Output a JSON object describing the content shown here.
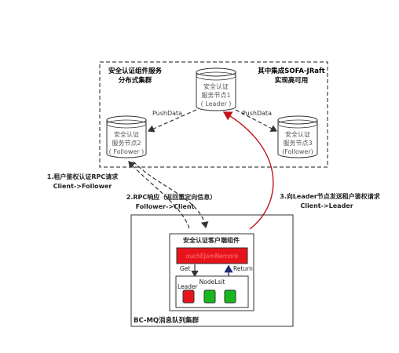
{
  "cluster": {
    "title_line1": "安全认证组件服务",
    "title_line2": "分布式集群",
    "note_line1": "其中集成SOFA-JRaft",
    "note_line2": "实现高可用"
  },
  "nodes": {
    "leader": {
      "line1": "安全认证",
      "line2": "服务节点1",
      "line3": "( Leader )"
    },
    "follower2": {
      "line1": "安全认证",
      "line2": "服务节点2",
      "line3": "( Follower )"
    },
    "follower3": {
      "line1": "安全认证",
      "line2": "服务节点3",
      "line3": "(Follower)"
    }
  },
  "push_label_left": "PushData",
  "push_label_right": "PushData",
  "steps": {
    "step1_line1": "1.租户鉴权认证RPC请求",
    "step1_line2": "Client->Follower",
    "step2_line1": "2.RPC响应（返回重定向信息）",
    "step2_line2": "Follower->Client",
    "step3_line1": "3.向Leader节点发送租户鉴权请求",
    "step3_line2": "Client->Leader"
  },
  "mq": {
    "cluster_label": "BC-MQ消息队列集群",
    "client_component_title": "安全认证客户端组件",
    "red_box_text": "ouchEJamNemore",
    "get_label": "Get",
    "return_label": "Return",
    "nodelist_title": "NodeLsit",
    "leader_label": "Leader"
  },
  "colors": {
    "red": "#e8141c",
    "green": "#17b81e",
    "dark_red_line": "#c0151b",
    "navy_arrow": "#1f2a7a"
  }
}
